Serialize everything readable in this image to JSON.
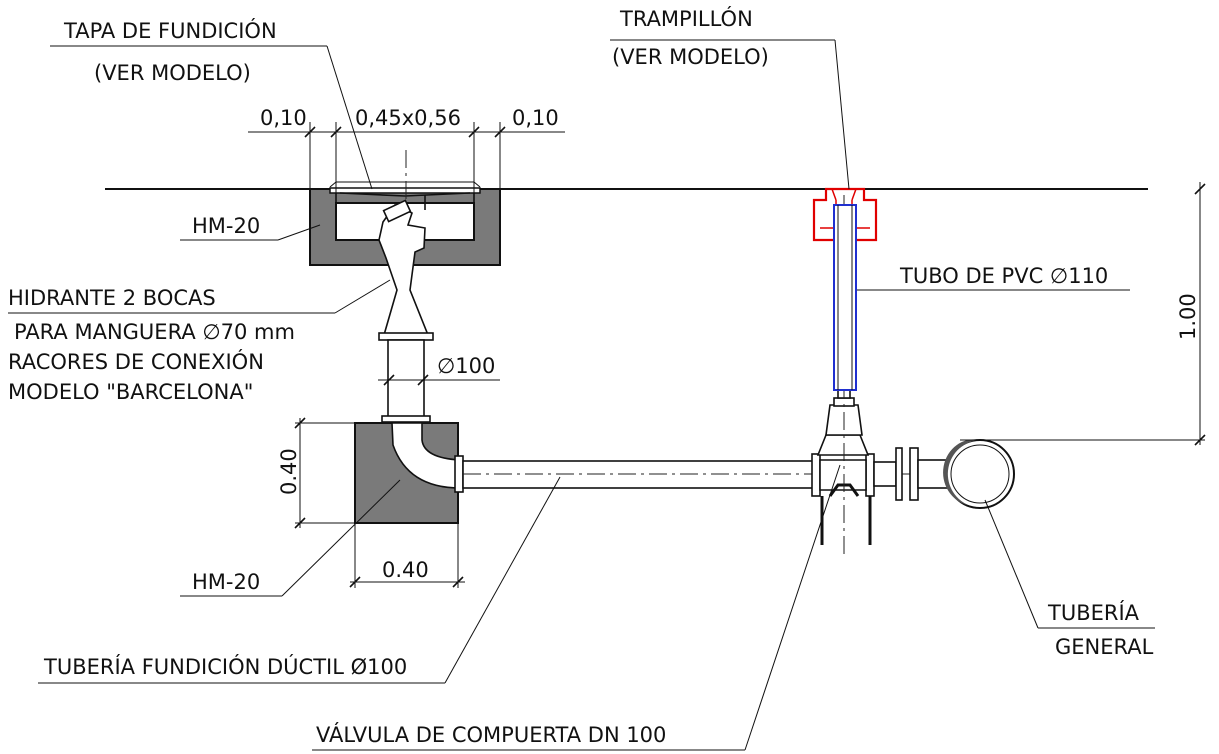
{
  "labels": {
    "tapa_line1": "TAPA DE FUNDICIÓN",
    "tapa_line2": "(VER MODELO)",
    "trampillon_line1": "TRAMPILLÓN",
    "trampillon_line2": "(VER MODELO)",
    "dim_left": "0,10",
    "dim_center": "0,45x0,56",
    "dim_right": "0,10",
    "hm20_top": "HM-20",
    "hidrante_1": "HIDRANTE 2 BOCAS",
    "hidrante_2": "PARA MANGUERA ∅70 mm",
    "hidrante_3": "RACORES DE CONEXIÓN",
    "hidrante_4": "MODELO \"BARCELONA\"",
    "diam_100": "∅100",
    "tubo_pvc": "TUBO DE PVC ∅110",
    "depth_100": "1.00",
    "block_h": "0.40",
    "block_w": "0.40",
    "hm20_bottom": "HM-20",
    "tuberia_fundicion": "TUBERÍA FUNDICIÓN DÚCTIL  Ø100",
    "valvula": "VÁLVULA DE COMPUERTA DN 100",
    "tuberia_general_1": "TUBERÍA",
    "tuberia_general_2": "GENERAL"
  },
  "colors": {
    "lines": "#111111",
    "concrete": "#7a7a7a",
    "trampillon": "#e00000",
    "pvc_tube": "#2030d0"
  }
}
